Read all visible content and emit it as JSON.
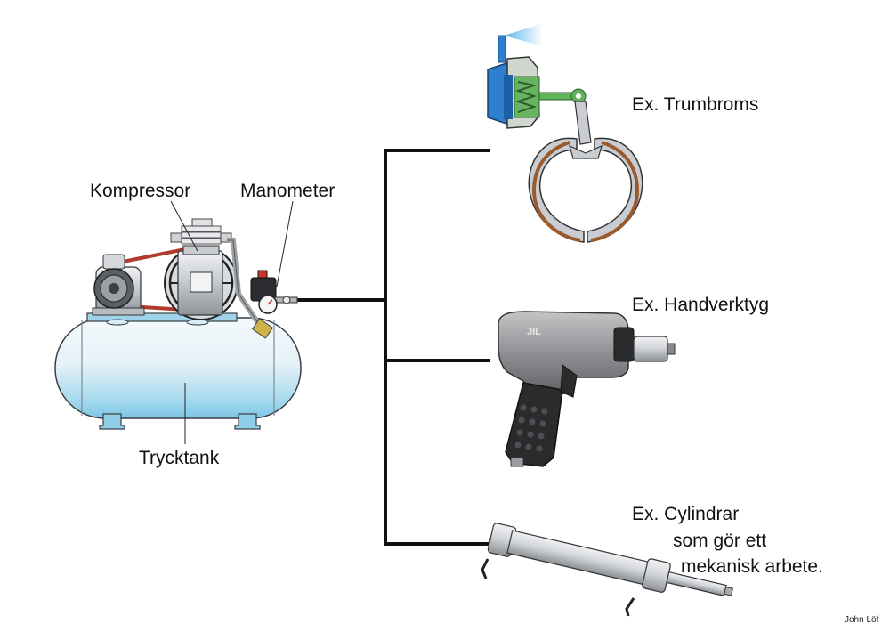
{
  "labels": {
    "kompressor": "Kompressor",
    "manometer": "Manometer",
    "trycktank": "Trycktank",
    "trumbroms": "Ex. Trumbroms",
    "handverktyg": "Ex. Handverktyg",
    "cylindrar_line1": "Ex. Cylindrar",
    "cylindrar_line2": "som gör ett",
    "cylindrar_line3": "mekanisk arbete.",
    "credit": "John Löf",
    "tool_brand": "JIL"
  },
  "colors": {
    "line": "#111111",
    "tank_light": "#eef6fb",
    "tank_blue": "#8fd0ea",
    "brake_blue": "#2f7fd0",
    "spring_green": "#5fb35a",
    "shoe_gray": "#c9cdd3",
    "lining_brown": "#9b5a2c",
    "tool_gray": "#8b8d90",
    "grip_dark": "#2a2b2d",
    "cylinder_gray": "#cfd2d6"
  }
}
